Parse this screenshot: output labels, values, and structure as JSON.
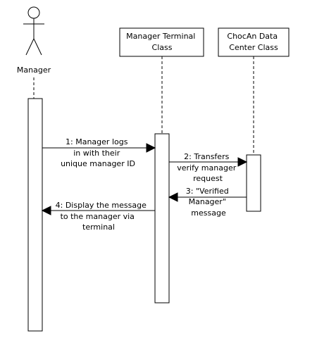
{
  "actor": {
    "label": "Manager"
  },
  "lifelines": [
    {
      "id": "terminal",
      "lines": [
        "Manager Terminal",
        "Class"
      ]
    },
    {
      "id": "datacenter",
      "lines": [
        "ChocAn Data",
        "Center Class"
      ]
    }
  ],
  "messages": [
    {
      "id": "m1",
      "lines": [
        "1: Manager logs",
        "in with their",
        "unique manager ID"
      ],
      "style": "solid"
    },
    {
      "id": "m2",
      "lines": [
        "2: Transfers",
        "verify manager",
        "request"
      ],
      "style": "solid"
    },
    {
      "id": "m3",
      "lines": [
        "3: \"Verified",
        "Manager\"",
        "message"
      ],
      "style": "dashed"
    },
    {
      "id": "m4",
      "lines": [
        "4: Display the message",
        "to the manager via",
        "terminal"
      ],
      "style": "dashed"
    }
  ],
  "colors": {
    "stroke": "#000000",
    "background": "#ffffff"
  }
}
